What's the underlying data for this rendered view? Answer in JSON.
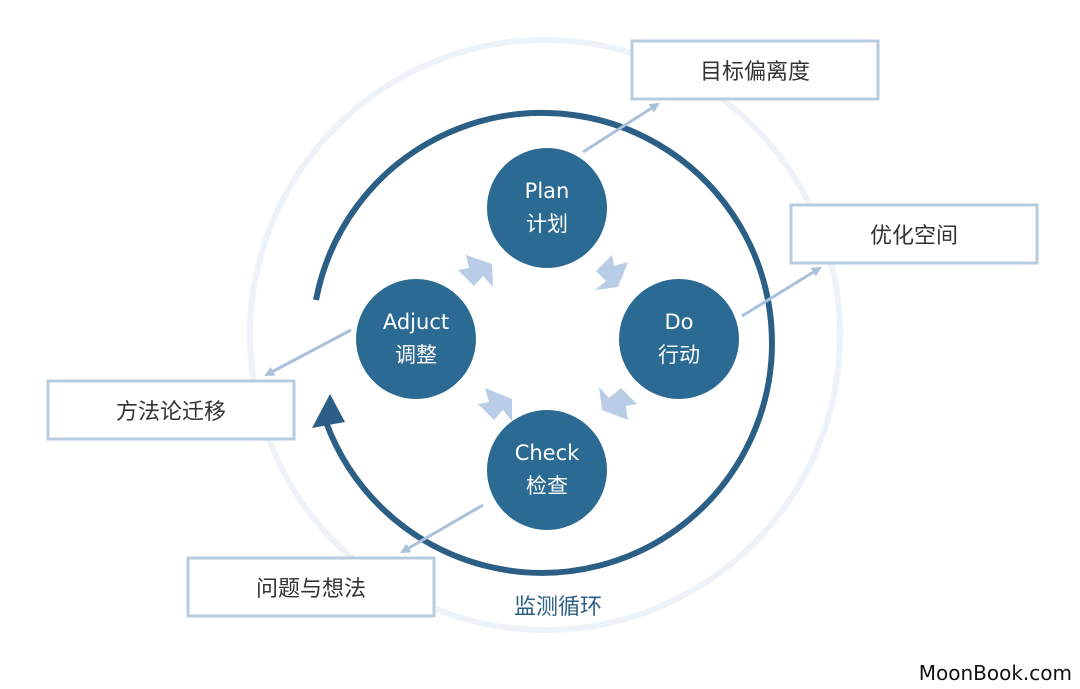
{
  "stages": {
    "plan": {
      "en": "Plan",
      "zh": "计划"
    },
    "do": {
      "en": "Do",
      "zh": "行动"
    },
    "check": {
      "en": "Check",
      "zh": "检查"
    },
    "adjust": {
      "en": "Adjuct",
      "zh": "调整"
    }
  },
  "outputs": {
    "plan_output": "目标偏离度",
    "do_output": "优化空间",
    "check_output": "问题与想法",
    "adjust_output": "方法论迁移"
  },
  "cycle_label": "监测循环",
  "watermark": "MoonBook.com",
  "colors": {
    "node_fill": "#2b6a93",
    "outer_ring": "#2b5f86",
    "faint_ring": "#e8f0f7",
    "inner_arrow": "#b9cde6",
    "box_border": "#b8cce0",
    "connector": "#a9c1da"
  }
}
